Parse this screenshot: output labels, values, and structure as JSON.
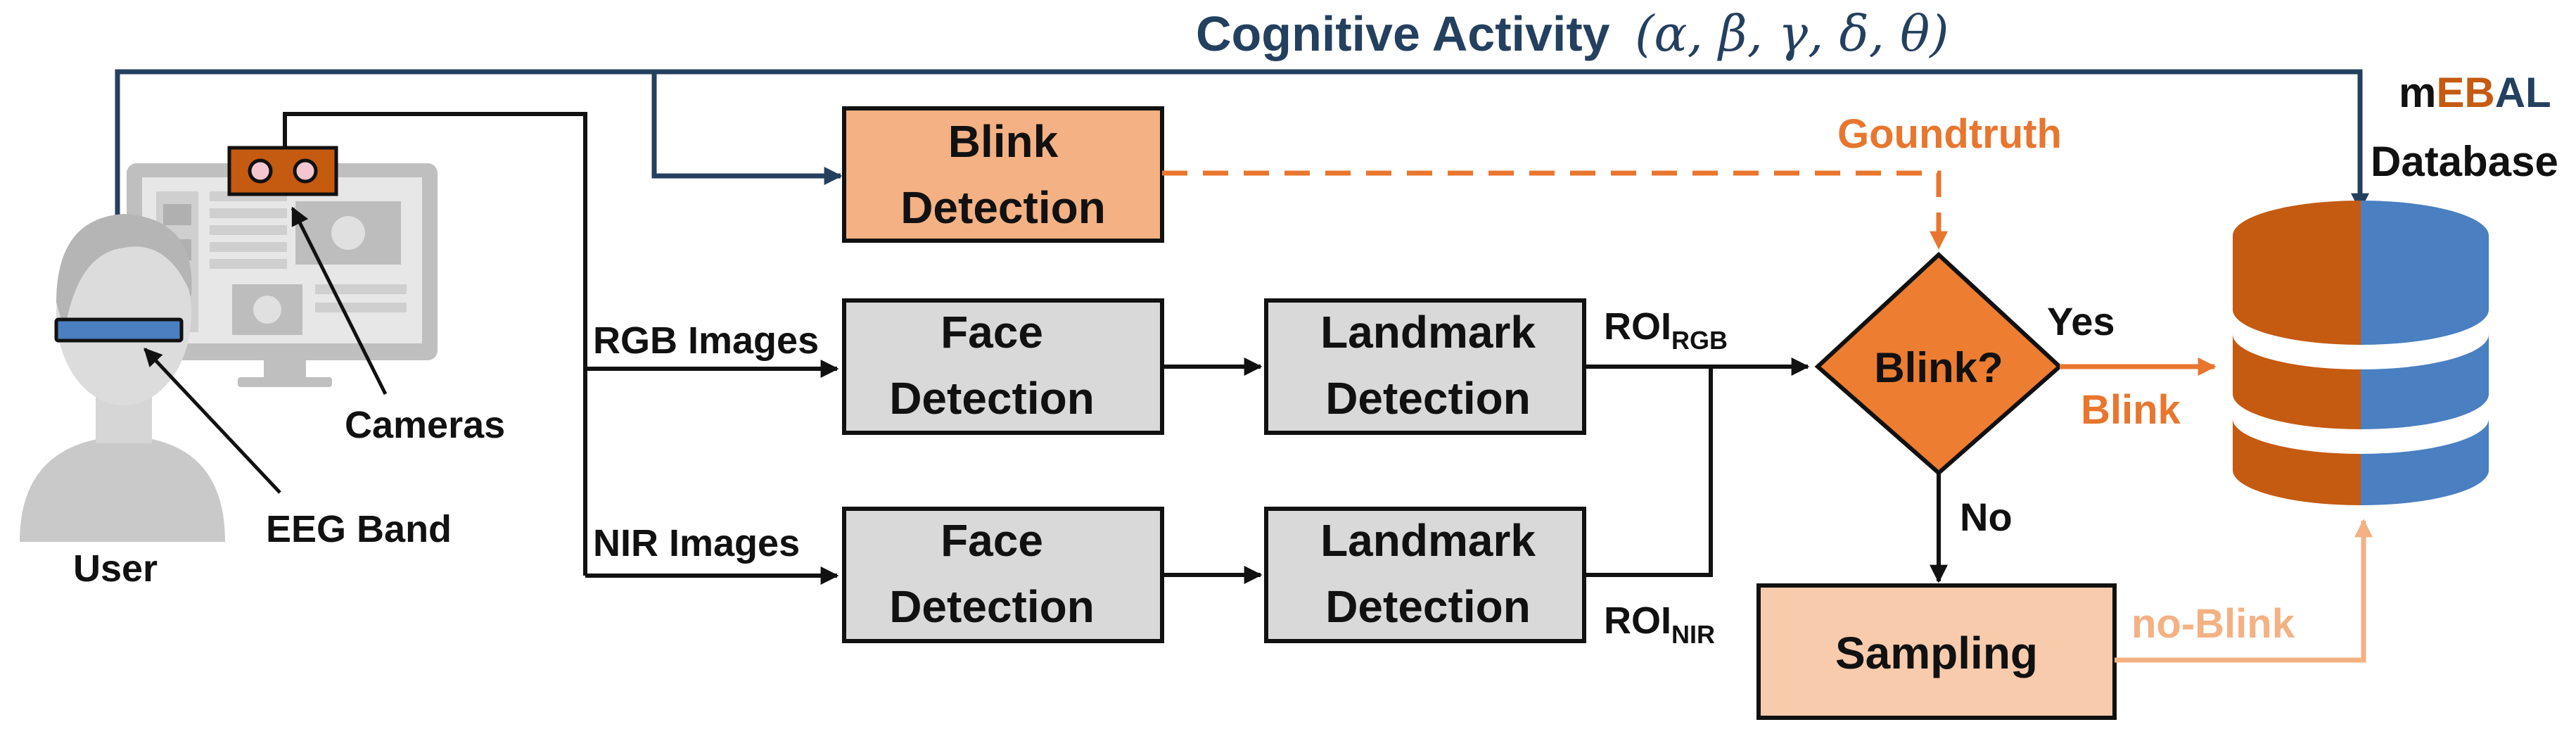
{
  "title": {
    "text": "Cognitive Activity",
    "greek": "(α, β, γ, δ, θ)"
  },
  "user": {
    "label": "User"
  },
  "eeg": {
    "label": "EEG Band"
  },
  "cameras": {
    "label": "Cameras"
  },
  "inputs": {
    "rgb": "RGB Images",
    "nir": "NIR Images"
  },
  "blink_detection": {
    "line1": "Blink",
    "line2": "Detection"
  },
  "face_rgb": {
    "line1": "Face",
    "line2": "Detection"
  },
  "face_nir": {
    "line1": "Face",
    "line2": "Detection"
  },
  "landmark_rgb": {
    "line1": "Landmark",
    "line2": "Detection"
  },
  "landmark_nir": {
    "line1": "Landmark",
    "line2": "Detection"
  },
  "roi_rgb": {
    "main": "ROI",
    "sub": "RGB"
  },
  "roi_nir": {
    "main": "ROI",
    "sub": "NIR"
  },
  "groundtruth": {
    "label": "Goundtruth"
  },
  "decision": {
    "label": "Blink?",
    "yes": "Yes",
    "no": "No"
  },
  "sampling": {
    "label": "Sampling"
  },
  "outputs": {
    "blink": "Blink",
    "noblink": "no-Blink"
  },
  "database": {
    "prefix": "m",
    "eb": "EB",
    "al": "AL",
    "line2": "Database"
  },
  "colors": {
    "navy": "#24405f",
    "orange": "#e8762e",
    "light_orange": "#f4b183",
    "pale_orange": "#f8cbad",
    "grey_box": "#d9d9d9",
    "db_orange": "#c55a11",
    "db_blue": "#4472c4"
  }
}
